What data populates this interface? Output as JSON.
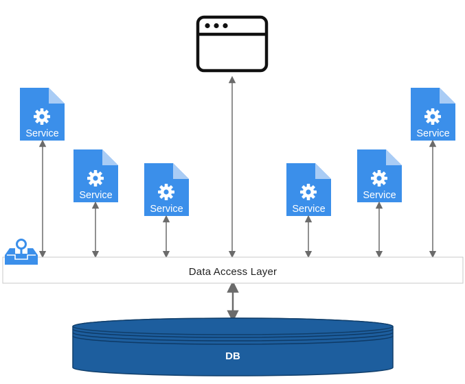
{
  "diagram": {
    "browser": {
      "icon": "browser-window-icon"
    },
    "services": [
      {
        "label": "Service",
        "icon": "gear-document-icon"
      },
      {
        "label": "Service",
        "icon": "gear-document-icon"
      },
      {
        "label": "Service",
        "icon": "gear-document-icon"
      },
      {
        "label": "Service",
        "icon": "gear-document-icon"
      },
      {
        "label": "Service",
        "icon": "gear-document-icon"
      },
      {
        "label": "Service",
        "icon": "gear-document-icon"
      }
    ],
    "data_access_layer": {
      "label": "Data Access Layer",
      "icon": "inbox-upload-icon"
    },
    "database": {
      "label": "DB",
      "icon": "database-cylinder-icon"
    },
    "colors": {
      "service_fill": "#3B8FEA",
      "service_fold": "#A9CCF5",
      "db_fill": "#1D5E9E",
      "db_rim": "#103E6A",
      "arrow": "#6b6b6b",
      "layer_border": "#c8c8c8"
    }
  }
}
